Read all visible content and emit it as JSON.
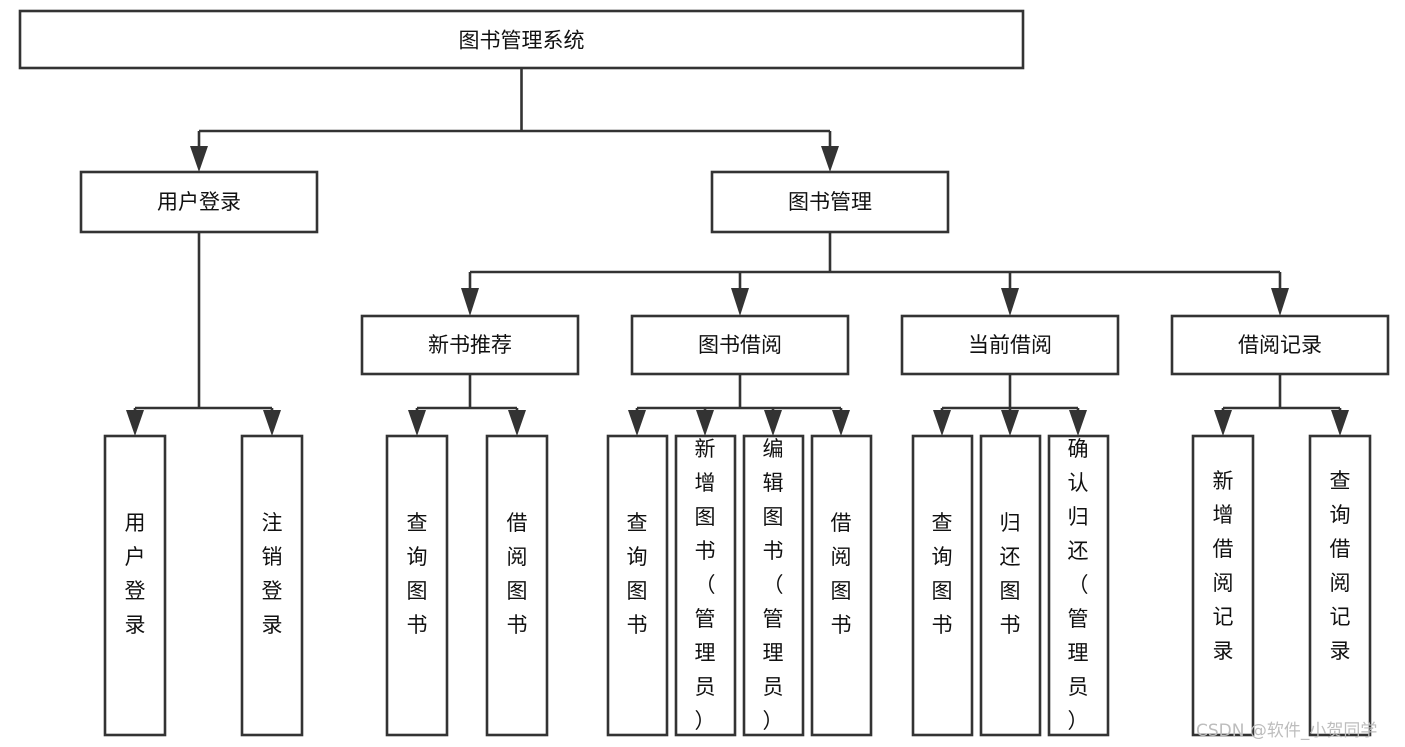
{
  "diagram": {
    "title": "图书管理系统",
    "type": "hierarchy-tree",
    "colors": {
      "box_stroke": "#333333",
      "box_fill": "#ffffff",
      "connector": "#333333",
      "text": "#111111",
      "watermark": "#bdbdbd",
      "background": "#ffffff"
    },
    "root": {
      "label": "图书管理系统"
    },
    "level2": [
      {
        "label": "用户登录"
      },
      {
        "label": "图书管理"
      }
    ],
    "level3": [
      {
        "label": "新书推荐"
      },
      {
        "label": "图书借阅"
      },
      {
        "label": "当前借阅"
      },
      {
        "label": "借阅记录"
      }
    ],
    "leaves": {
      "user_login": [
        {
          "label": "用户登录"
        },
        {
          "label": "注销登录"
        }
      ],
      "new_book_recommend": [
        {
          "label": "查询图书"
        },
        {
          "label": "借阅图书"
        }
      ],
      "book_borrow": [
        {
          "label": "查询图书"
        },
        {
          "label": "新增图书（管理员）"
        },
        {
          "label": "编辑图书（管理员）"
        },
        {
          "label": "借阅图书"
        }
      ],
      "current_borrow": [
        {
          "label": "查询图书"
        },
        {
          "label": "归还图书"
        },
        {
          "label": "确认归还（管理员）"
        }
      ],
      "borrow_record": [
        {
          "label": "新增借阅记录"
        },
        {
          "label": "查询借阅记录"
        }
      ]
    }
  },
  "watermark": {
    "text": "CSDN @软件_小贺同学"
  }
}
